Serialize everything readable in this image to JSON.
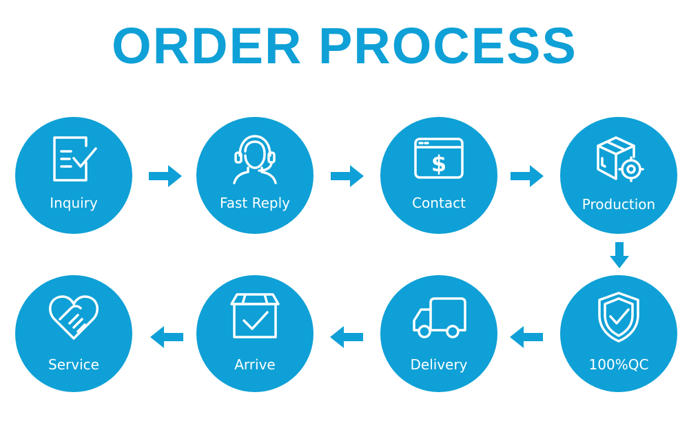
{
  "title": "ORDER PROCESS",
  "colors": {
    "primary": "#0ea0d6",
    "background": "#ffffff",
    "text_on_circle": "#ffffff"
  },
  "steps": [
    {
      "label": "Inquiry",
      "icon": "checklist-document-icon"
    },
    {
      "label": "Fast Reply",
      "icon": "headset-agent-icon"
    },
    {
      "label": "Contact",
      "icon": "dollar-browser-window-icon"
    },
    {
      "label": "Production",
      "icon": "box-gear-icon"
    },
    {
      "label": "100%QC",
      "icon": "shield-check-icon"
    },
    {
      "label": "Delivery",
      "icon": "delivery-truck-icon"
    },
    {
      "label": "Arrive",
      "icon": "box-check-icon"
    },
    {
      "label": "Service",
      "icon": "heart-handshake-icon"
    }
  ]
}
